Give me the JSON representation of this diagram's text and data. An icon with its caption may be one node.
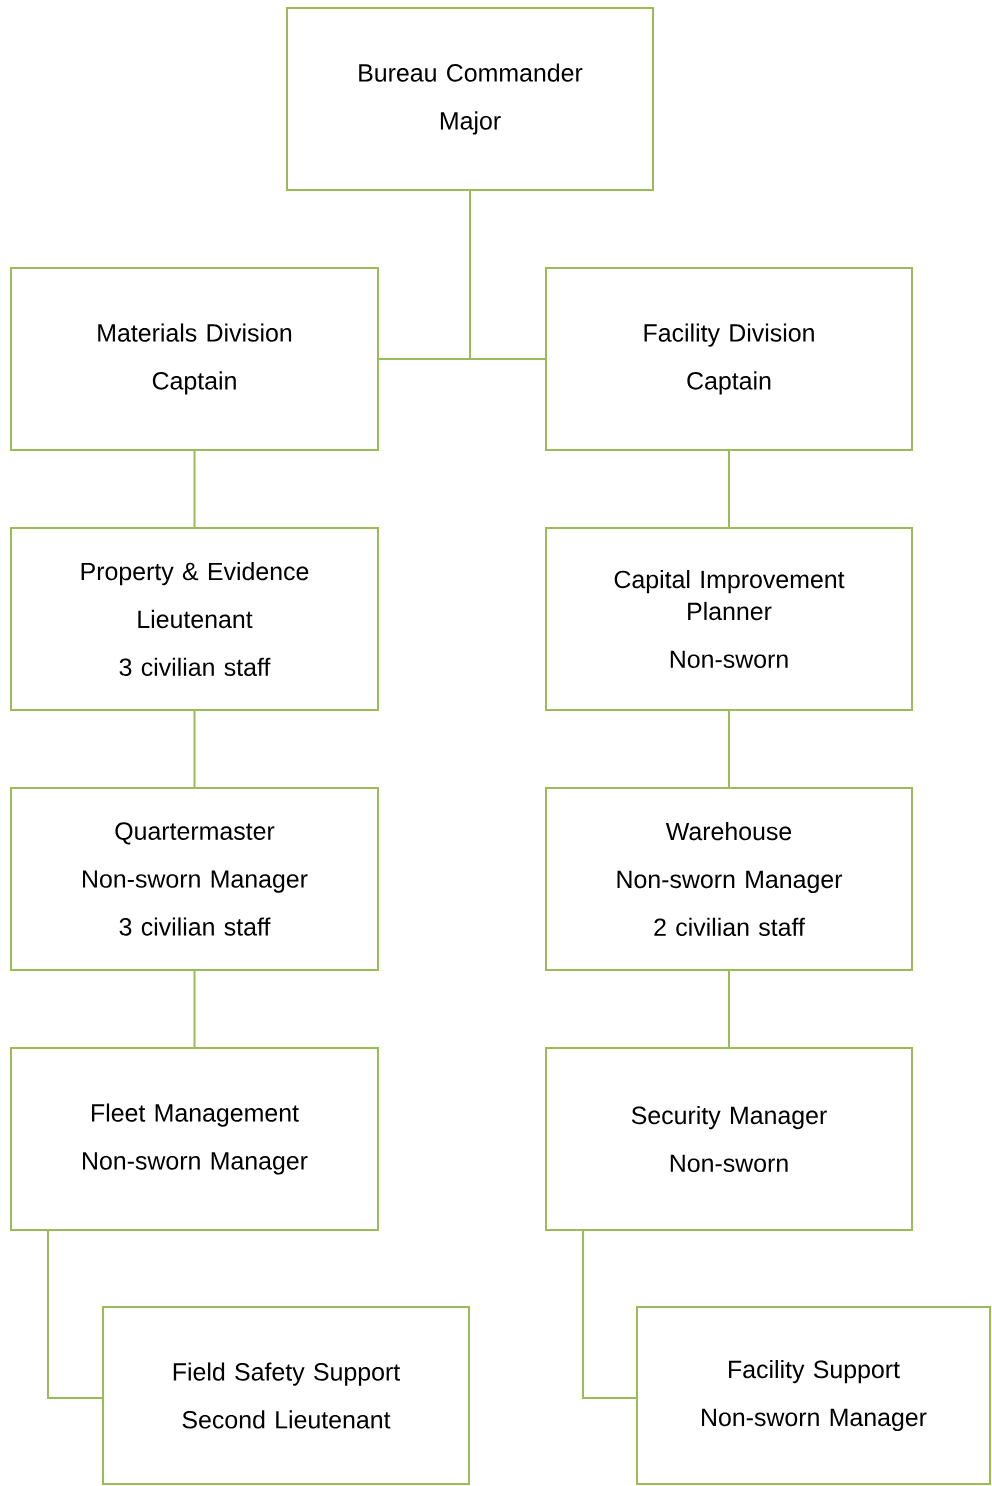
{
  "diagram": {
    "nodes": [
      {
        "text": [
          "Bureau Commander",
          "Major"
        ]
      },
      {
        "text": [
          "Materials Division",
          "Captain"
        ]
      },
      {
        "text": [
          "Facility Division",
          "Captain"
        ]
      },
      {
        "text": [
          "Property & Evidence",
          "Lieutenant",
          "3 civilian staff"
        ]
      },
      {
        "text": [
          "Capital Improvement Planner",
          "Non-sworn"
        ]
      },
      {
        "text": [
          "Quartermaster",
          "Non-sworn Manager",
          "3 civilian staff"
        ]
      },
      {
        "text": [
          "Warehouse",
          "Non-sworn Manager",
          "2 civilian staff"
        ]
      },
      {
        "text": [
          "Fleet Management",
          "Non-sworn Manager"
        ]
      },
      {
        "text": [
          "Security Manager",
          "Non-sworn"
        ]
      },
      {
        "text": [
          "Field Safety Support",
          "Second Lieutenant"
        ]
      },
      {
        "text": [
          "Facility Support",
          "Non-sworn Manager"
        ]
      }
    ],
    "edges": [
      {
        "from": 0,
        "to": 1,
        "arrow": "none"
      },
      {
        "from": 0,
        "to": 2,
        "arrow": "none"
      },
      {
        "from": 1,
        "to": 3,
        "arrow": "none"
      },
      {
        "from": 3,
        "to": 5,
        "arrow": "none"
      },
      {
        "from": 5,
        "to": 7,
        "arrow": "none"
      },
      {
        "from": 7,
        "to": 9,
        "arrow": "none"
      },
      {
        "from": 2,
        "to": 4,
        "arrow": "none"
      },
      {
        "from": 4,
        "to": 6,
        "arrow": "none"
      },
      {
        "from": 6,
        "to": 8,
        "arrow": "none"
      },
      {
        "from": 8,
        "to": 10,
        "arrow": "none"
      }
    ]
  }
}
